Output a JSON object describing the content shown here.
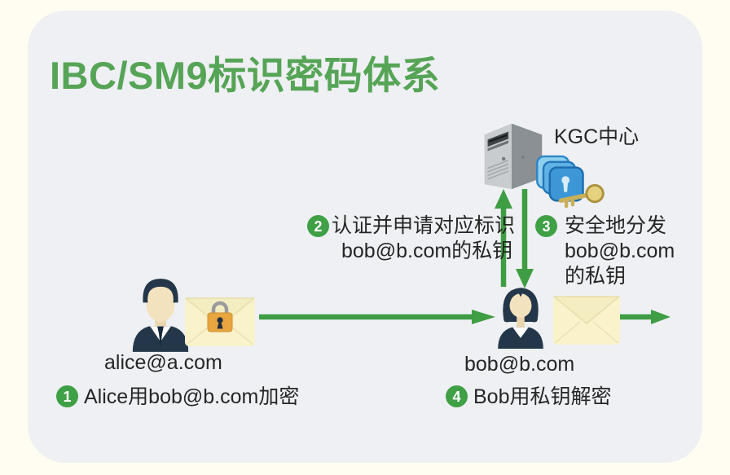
{
  "page": {
    "title": "IBC/SM9标识密码体系"
  },
  "colors": {
    "background": "#FFFDF1",
    "card": "#EEF0F3",
    "title_green": "#56A456",
    "arrow_green": "#3F9D44",
    "badge_green": "#3FA046",
    "text": "#262626",
    "envelope": "#F9F2CA",
    "lock_orange": "#E8A640"
  },
  "kgc": {
    "label": "KGC中心"
  },
  "actors": {
    "alice": {
      "label": "alice@a.com"
    },
    "bob": {
      "label": "bob@b.com"
    }
  },
  "steps": [
    {
      "num": "1",
      "lines": [
        "Alice用bob@b.com加密"
      ]
    },
    {
      "num": "2",
      "lines": [
        "认证并申请对应标识",
        "bob@b.com的私钥"
      ]
    },
    {
      "num": "3",
      "lines": [
        "安全地分发",
        "bob@b.com",
        "的私钥"
      ]
    },
    {
      "num": "4",
      "lines": [
        "Bob用私钥解密"
      ]
    }
  ],
  "icons": {
    "kgc_server": "server-tower-icon",
    "private_keys": "keys-stack-icon",
    "alice": "person-male-icon",
    "bob": "person-female-icon",
    "encrypted_mail": "locked-envelope-icon",
    "mail": "envelope-icon",
    "request_arrow": "arrow-up-icon",
    "distribute_arrow": "arrow-down-icon",
    "send_arrow": "arrow-right-icon"
  }
}
